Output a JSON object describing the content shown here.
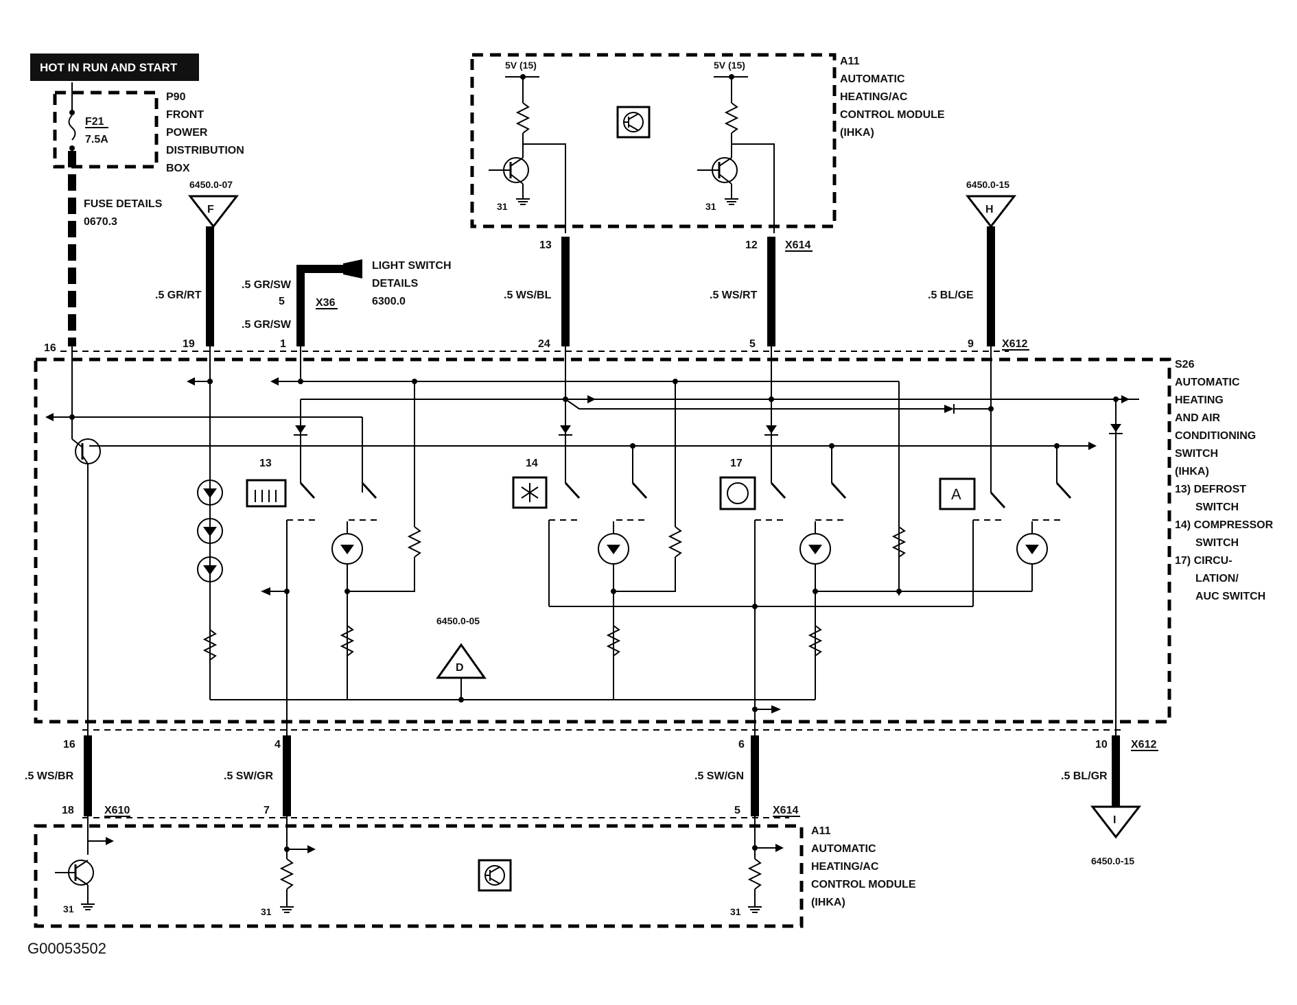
{
  "hot_label": "HOT IN RUN AND START",
  "fuse_box": {
    "fuse_id": "F21",
    "fuse_rating": "7.5A",
    "lines": [
      "P90",
      "FRONT",
      "POWER",
      "DISTRIBUTION",
      "BOX"
    ]
  },
  "fuse_details": {
    "line1": "FUSE DETAILS",
    "line2": "0670.3"
  },
  "module_top": {
    "lines": [
      "A11",
      "AUTOMATIC",
      "HEATING/AC",
      "CONTROL MODULE",
      "(IHKA)"
    ],
    "supply_left": "5V (15)",
    "supply_right": "5V (15)",
    "ground_left": "31",
    "ground_right": "31"
  },
  "module_bottom": {
    "lines": [
      "A11",
      "AUTOMATIC",
      "HEATING/AC",
      "CONTROL MODULE",
      "(IHKA)"
    ],
    "ground_1": "31",
    "ground_2": "31",
    "ground_3": "31"
  },
  "switch_block": {
    "lines": [
      "S26",
      "AUTOMATIC",
      "HEATING",
      "AND AIR",
      "CONDITIONING",
      "SWITCH",
      "(IHKA)"
    ],
    "legend": [
      "13) DEFROST",
      "SWITCH",
      "14) COMPRESSOR",
      "SWITCH",
      "17) CIRCU-",
      "LATION/",
      "AUC SWITCH"
    ],
    "sw13": "13",
    "sw14": "14",
    "sw17": "17",
    "auto_letter": "A"
  },
  "connectors": {
    "F": {
      "letter": "F",
      "ref": "6450.0-07"
    },
    "H": {
      "letter": "H",
      "ref": "6450.0-15"
    },
    "D": {
      "letter": "D",
      "ref": "6450.0-05"
    },
    "I": {
      "letter": "I",
      "ref": "6450.0-15"
    }
  },
  "light_switch": {
    "line1": "LIGHT SWITCH",
    "line2": "DETAILS",
    "line3": "6300.0"
  },
  "wires": {
    "gr_rt": ".5 GR/RT",
    "gr_sw_top": ".5 GR/SW",
    "gr_sw_bot": ".5 GR/SW",
    "ws_bl": ".5 WS/BL",
    "ws_rt": ".5 WS/RT",
    "bl_ge": ".5 BL/GE",
    "ws_br": ".5 WS/BR",
    "sw_gr": ".5 SW/GR",
    "sw_gn": ".5 SW/GN",
    "bl_gr": ".5 BL/GR"
  },
  "pins": {
    "p16_top": "16",
    "p19": "19",
    "p1": "1",
    "p5_x36": "5",
    "p24": "24",
    "p5_top": "5",
    "p9": "9",
    "p13_top": "13",
    "p12_top": "12",
    "p16_bot": "16",
    "p4": "4",
    "p6": "6",
    "p10": "10",
    "p18": "18",
    "p7": "7",
    "p5_bot": "5"
  },
  "connector_ids": {
    "x36": "X36",
    "x614_top": "X614",
    "x612_top": "X612",
    "x612_bot": "X612",
    "x610": "X610",
    "x614_bot": "X614"
  },
  "figure_id": "G00053502"
}
